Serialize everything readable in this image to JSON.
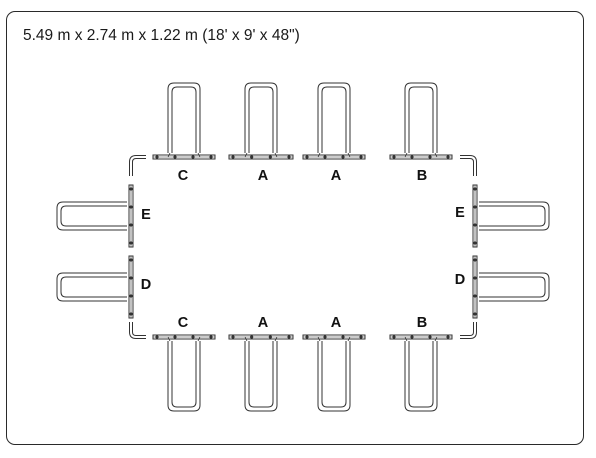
{
  "title": "5.49 m x 2.74 m x 1.22 m (18' x 9' x 48\")",
  "labels": {
    "top": [
      "C",
      "A",
      "A",
      "B"
    ],
    "bottom": [
      "C",
      "A",
      "A",
      "B"
    ],
    "left": [
      "E",
      "D"
    ],
    "right": [
      "E",
      "D"
    ]
  }
}
